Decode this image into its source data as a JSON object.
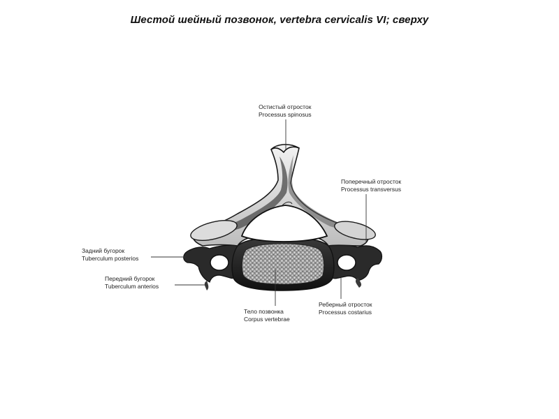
{
  "title": {
    "ru": "Шестой шейный позвонок, ",
    "latin": "vertebra cervicalis VI",
    "suffix": "; сверху"
  },
  "labels": {
    "spinous": {
      "ru": "Остистый отросток",
      "la": "Processus spinosus"
    },
    "transverse": {
      "ru": "Поперечный отросток",
      "la": "Processus transversus"
    },
    "posterior_tubercle": {
      "ru": "Задний бугорок",
      "la": "Tuberculum posterios"
    },
    "anterior_tubercle": {
      "ru": "Передний бугорок",
      "la": "Tuberculum anterios"
    },
    "costal": {
      "ru": "Реберный отросток",
      "la": "Processus costarius"
    },
    "body": {
      "ru": "Тело позвонка",
      "la": "Corpus vertebrae"
    }
  }
}
